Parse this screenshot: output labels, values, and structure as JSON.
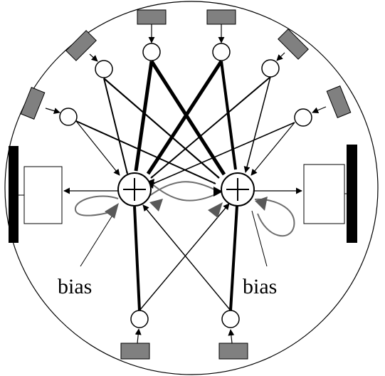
{
  "diagram": {
    "labels": {
      "bias_left": "bias",
      "bias_right": "bias"
    },
    "colors": {
      "line": "#000000",
      "sensor_fill": "#808080",
      "recurrent_link": "#6e6e6e",
      "bias_arrowhead": "#595959",
      "wheel": "#000000",
      "background": "#ffffff"
    },
    "components": {
      "sensor_count": 8,
      "input_neuron_count": 8,
      "summation_units": 2,
      "motors": 2,
      "wheels": 2,
      "summation_symbol": "plus"
    }
  }
}
